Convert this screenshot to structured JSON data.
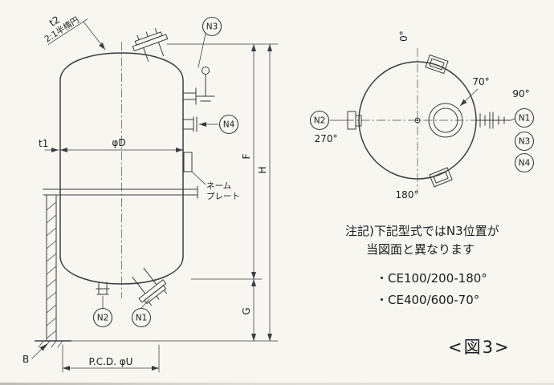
{
  "figure": {
    "caption": "<図3>"
  },
  "notes": {
    "line1": "注記)下記型式ではN3位置が",
    "line2": "当図面と異なります",
    "models": [
      "・CE100/200-180°",
      "・CE400/600-70°"
    ]
  },
  "elevation": {
    "head": {
      "t2": "t2",
      "type": "2:1半楕円"
    },
    "dims": {
      "t1": "t1",
      "phiD": "φD",
      "F": "F",
      "H": "H",
      "G": "G",
      "B": "B",
      "pcd": "P.C.D. φU"
    },
    "nameplate": {
      "line1": "ネーム",
      "line2": "プレート"
    },
    "balloons": {
      "n1": "N1",
      "n2": "N2",
      "n3": "N3",
      "n4": "N4"
    }
  },
  "plan": {
    "angles": {
      "a0": "0°",
      "a70": "70°",
      "a90": "90°",
      "a180": "180°",
      "a270": "270°"
    },
    "balloons": {
      "n1": "N1",
      "n2": "N2",
      "n3": "N3",
      "n4": "N4"
    }
  }
}
